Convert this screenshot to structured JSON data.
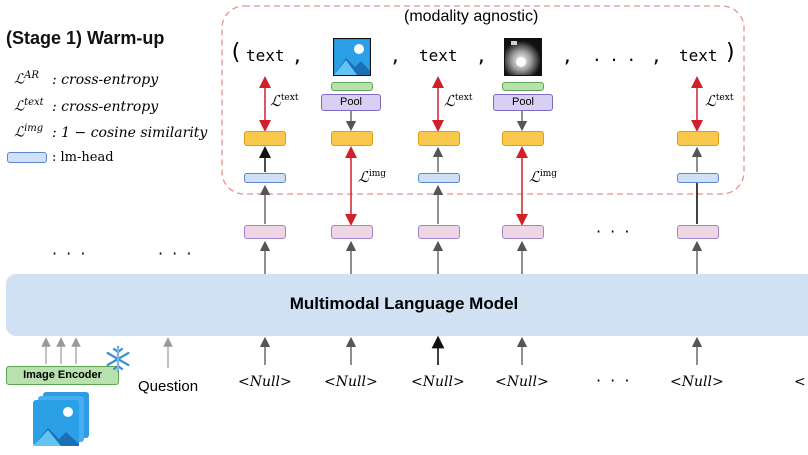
{
  "title": "(Stage 1) Warm-up",
  "legend": [
    {
      "symbol": "ℒ",
      "sup": "AR",
      "desc": ": cross-entropy",
      "icon": "loss-ar"
    },
    {
      "symbol": "ℒ",
      "sup": "text",
      "desc": ": cross-entropy",
      "icon": "loss-text"
    },
    {
      "symbol": "ℒ",
      "sup": "img",
      "desc": ": 1 − cosine similarity",
      "icon": "loss-img"
    },
    {
      "symbol": "",
      "sup": "",
      "desc": ": lm-head",
      "icon": "lm-head-swatch"
    }
  ],
  "top_group_label": "(modality agnostic)",
  "sequence": {
    "open_paren": "(",
    "close_paren": ")",
    "comma": ",",
    "ellipsis": ". . .",
    "text_token": "text"
  },
  "pool_label": "Pool",
  "loss_text": {
    "symbol": "ℒ",
    "sup": "text"
  },
  "loss_img": {
    "symbol": "ℒ",
    "sup": "img"
  },
  "model_label": "Multimodal Language Model",
  "image_encoder_label": "Image Encoder",
  "question_label": "Question",
  "null_token": "<Null>",
  "ellipsis_small": "· · ·",
  "colors": {
    "model_bg": "#cfe1f3",
    "orange": "#f9c94e",
    "pink": "#eed6e4",
    "lm_head": "#cfe0f7",
    "pool": "#d8d0f3",
    "encoder": "#b9e1ae",
    "loss_arrow": "#d0202a",
    "dashed_border": "#e8918e"
  },
  "icons": [
    "frozen-snowflake-icon",
    "image-stack-icon",
    "image-thumbnail-icon",
    "depth-map-thumbnail-icon"
  ]
}
